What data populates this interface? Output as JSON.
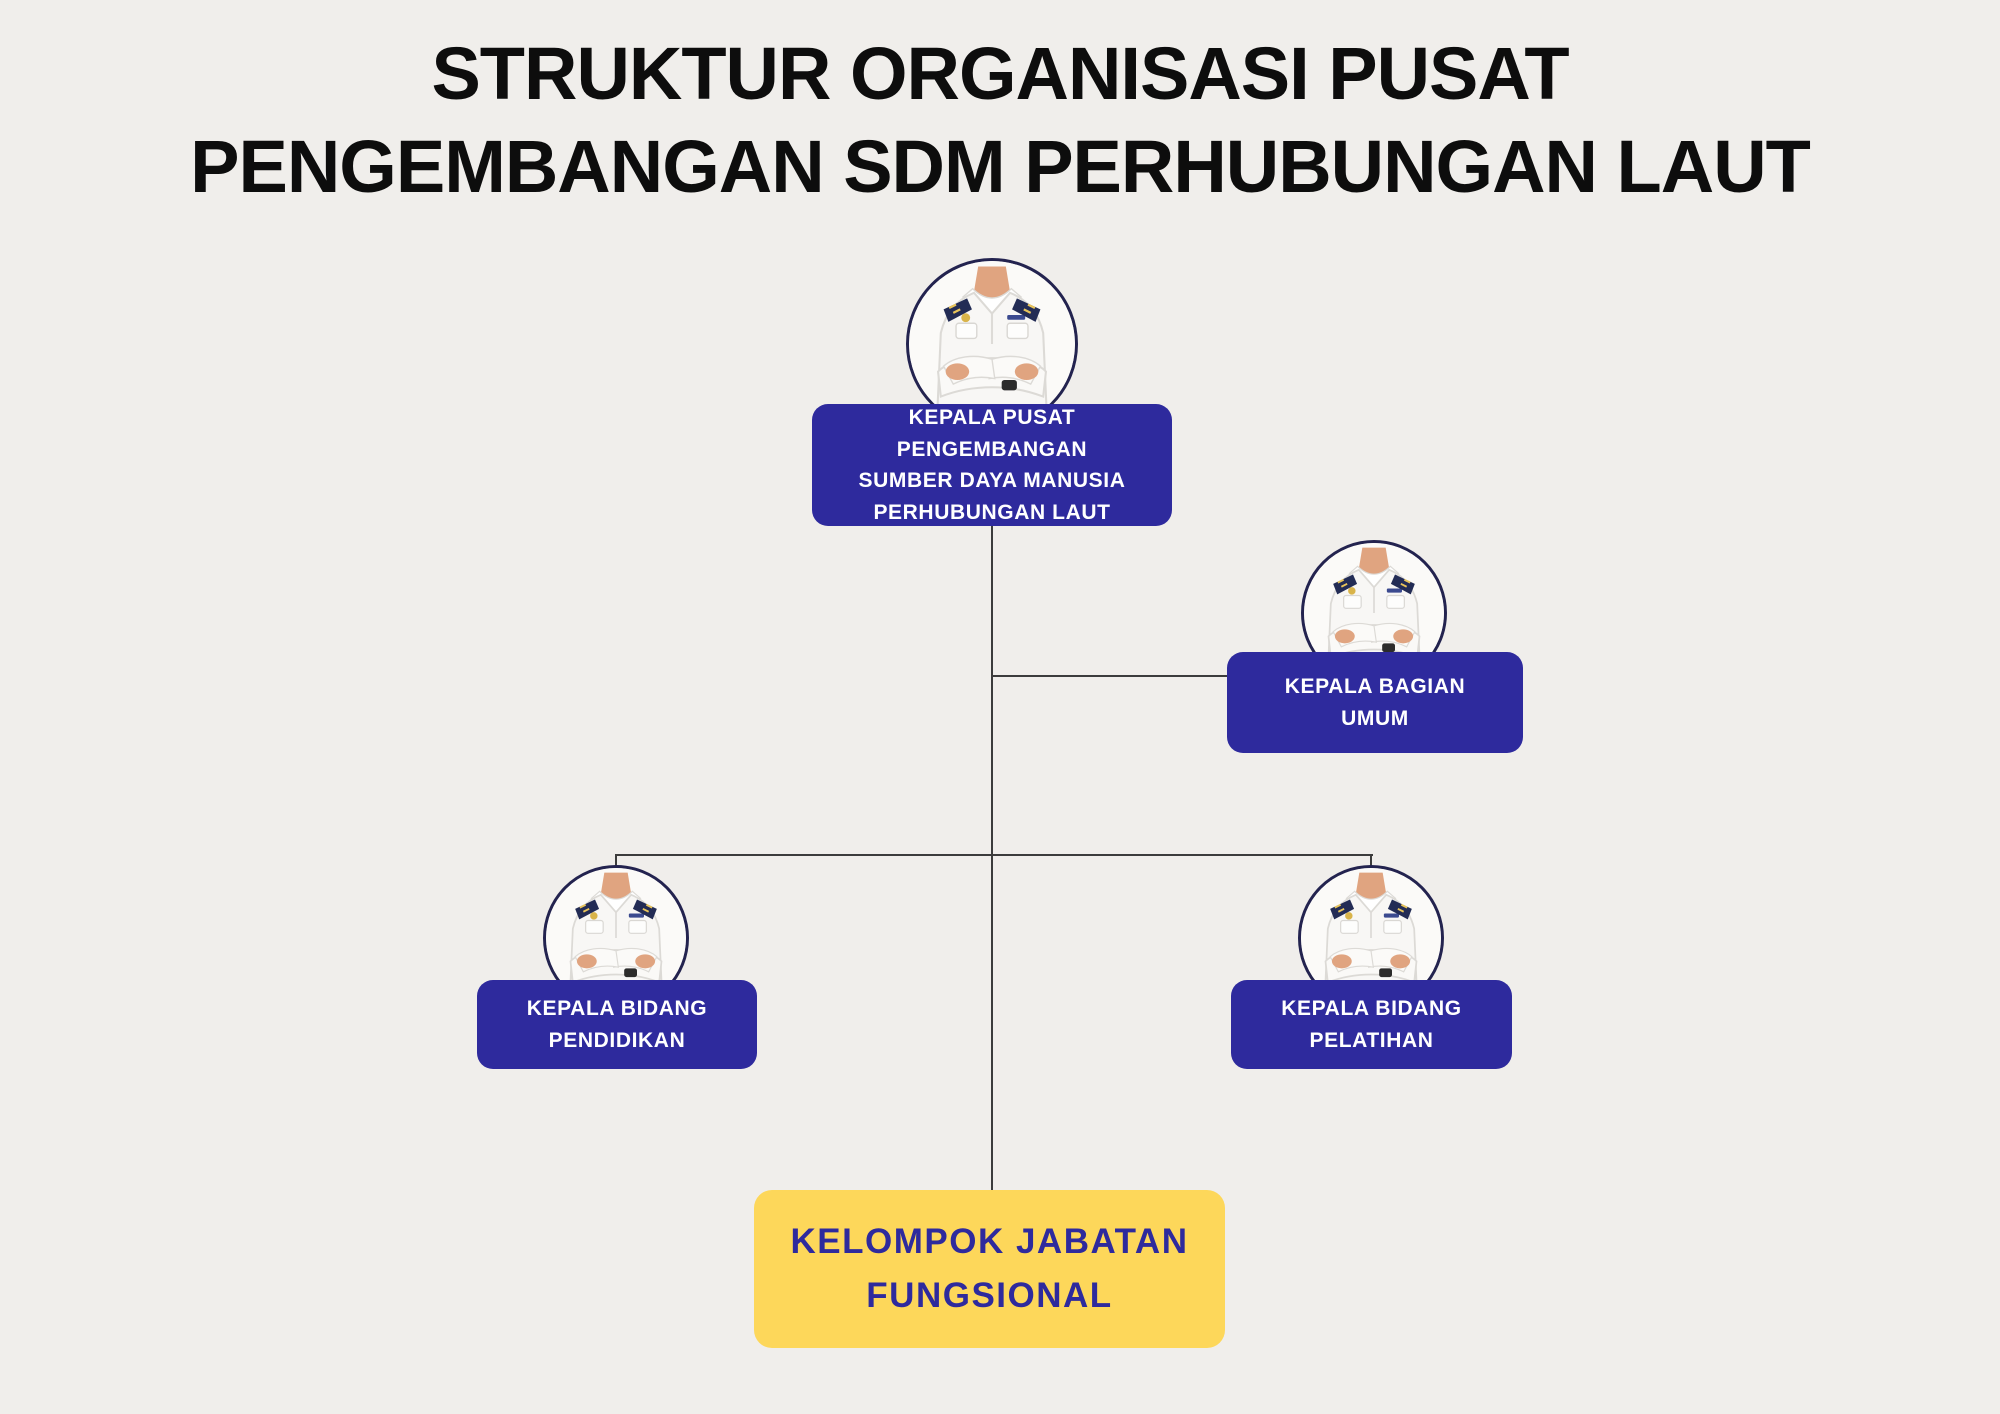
{
  "title": {
    "line1": "STRUKTUR ORGANISASI PUSAT",
    "line2": "PENGEMBANGAN SDM PERHUBUNGAN LAUT"
  },
  "colors": {
    "background": "#f0eeeb",
    "node_box": "#2e2a9d",
    "node_text": "#ffffff",
    "functional_box": "#fdd75a",
    "functional_text": "#2e2a9d",
    "connector_line": "#3c3c3c",
    "title_text": "#0d0d0d"
  },
  "nodes": {
    "head": {
      "lines": [
        "KEPALA PUSAT PENGEMBANGAN",
        "SUMBER DAYA MANUSIA",
        "PERHUBUNGAN LAUT"
      ]
    },
    "bagian_umum": {
      "lines": [
        "KEPALA BAGIAN",
        "UMUM"
      ]
    },
    "pendidikan": {
      "lines": [
        "KEPALA BIDANG",
        "PENDIDIKAN"
      ]
    },
    "pelatihan": {
      "lines": [
        "KEPALA BIDANG",
        "PELATIHAN"
      ]
    },
    "fungsional": {
      "lines": [
        "KELOMPOK JABATAN",
        "FUNGSIONAL"
      ]
    }
  }
}
